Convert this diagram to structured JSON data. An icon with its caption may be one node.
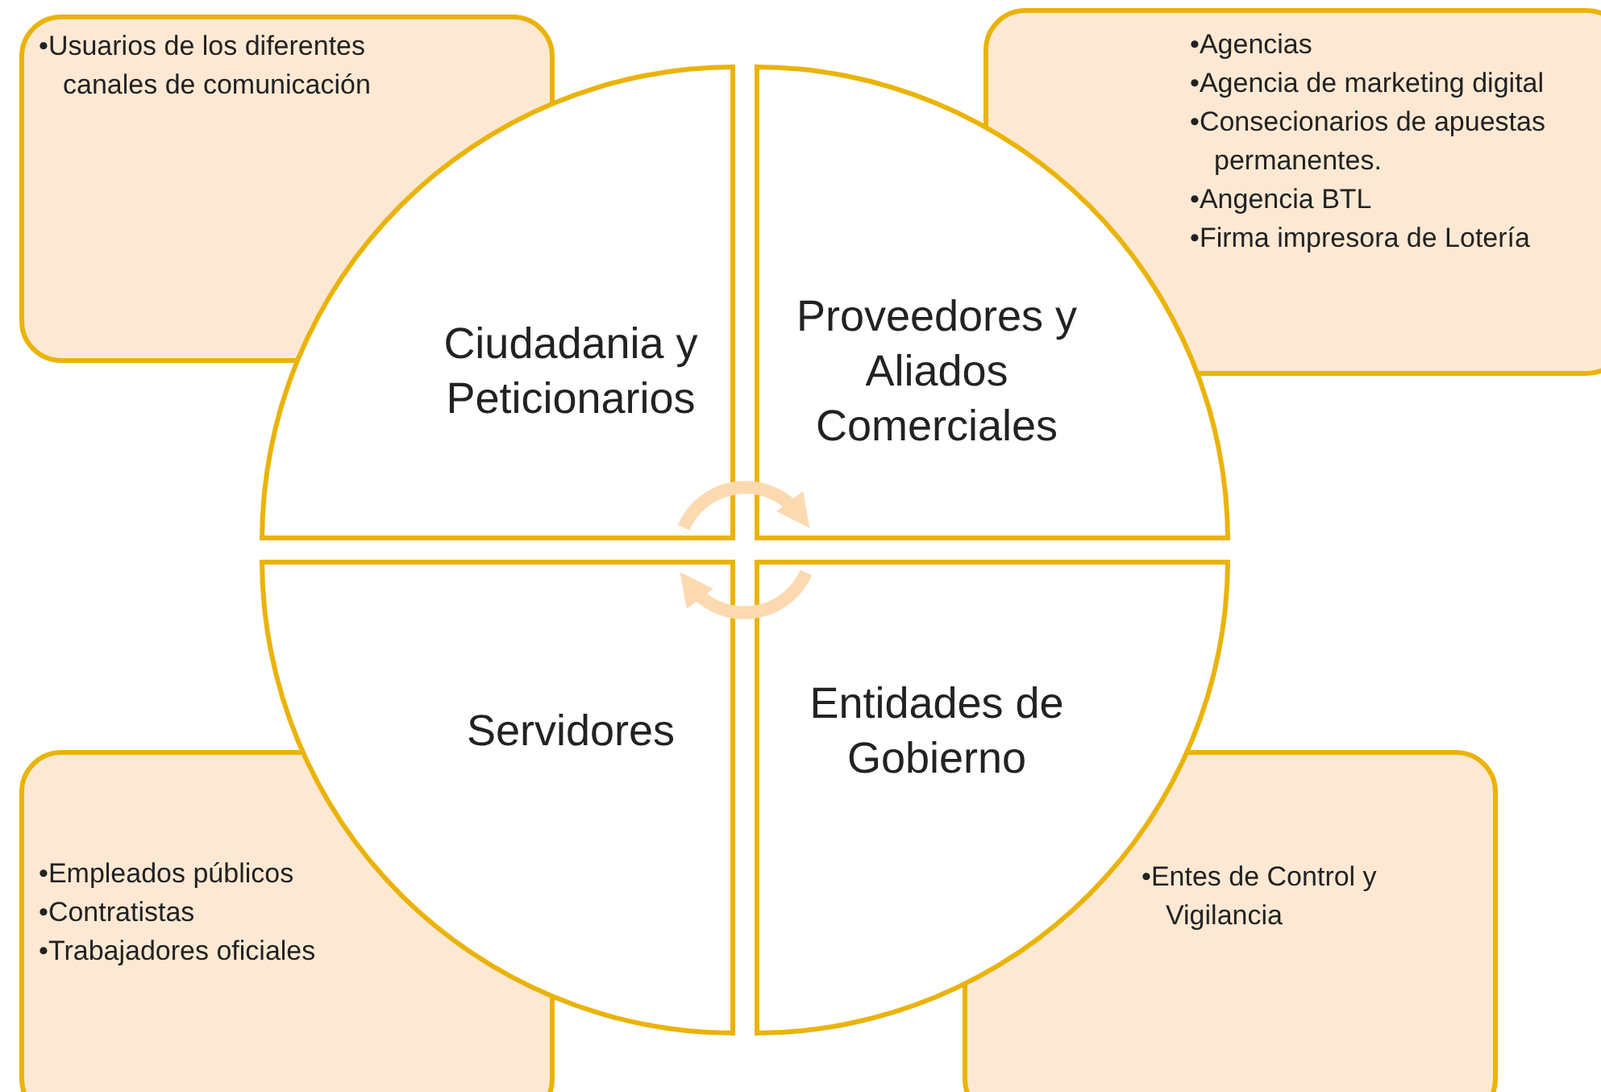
{
  "diagram": {
    "nodes": [
      {
        "text": [
          "•Usuarios de los diferentes canales de comunicación"
        ]
      },
      {
        "text": [
          "•Agencias",
          "•Agencia de marketing digital",
          "•Consecionarios de apuestas permanentes.",
          "•Angencia BTL",
          "•Firma impresora de Lotería"
        ]
      },
      {
        "text": [
          "Ciudadania y Peticionarios"
        ]
      },
      {
        "text": [
          "Proveedores y Aliados Comerciales"
        ]
      },
      {
        "text": [
          "Servidores"
        ]
      },
      {
        "text": [
          "Entidades de Gobierno"
        ]
      },
      {
        "text": [
          "•Empleados públicos",
          "•Contratistas",
          "•Trabajadores oficiales"
        ]
      },
      {
        "text": [
          "•Entes de Control y Vigilancia"
        ]
      }
    ],
    "edges": [
      {
        "from": 2,
        "to": 3,
        "arrow": "to"
      },
      {
        "from": 5,
        "to": 4,
        "arrow": "to"
      }
    ]
  }
}
